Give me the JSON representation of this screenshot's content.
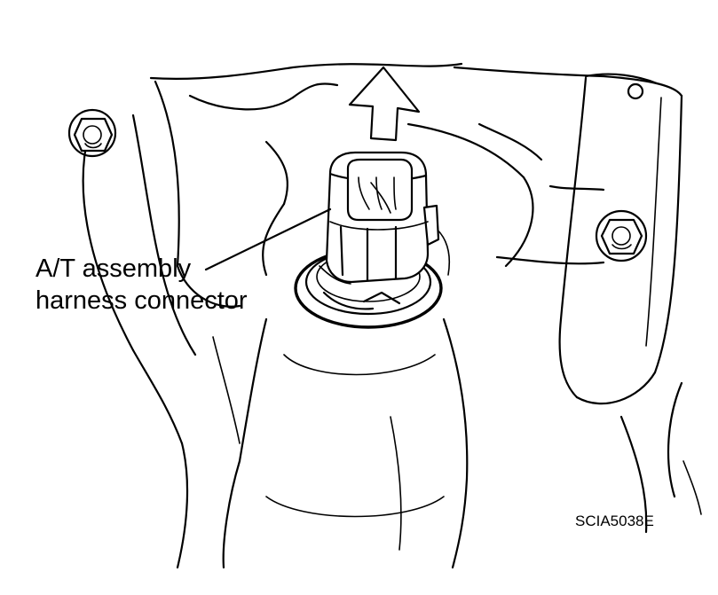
{
  "callout": {
    "line1": "A/T assembly",
    "line2": "harness connector"
  },
  "figure_id": "SCIA5038E",
  "colors": {
    "ink": "#000000",
    "paper": "#ffffff"
  },
  "icons": {
    "direction_arrow": "up-arrow-icon",
    "bolt": "hex-bolt-icon"
  }
}
